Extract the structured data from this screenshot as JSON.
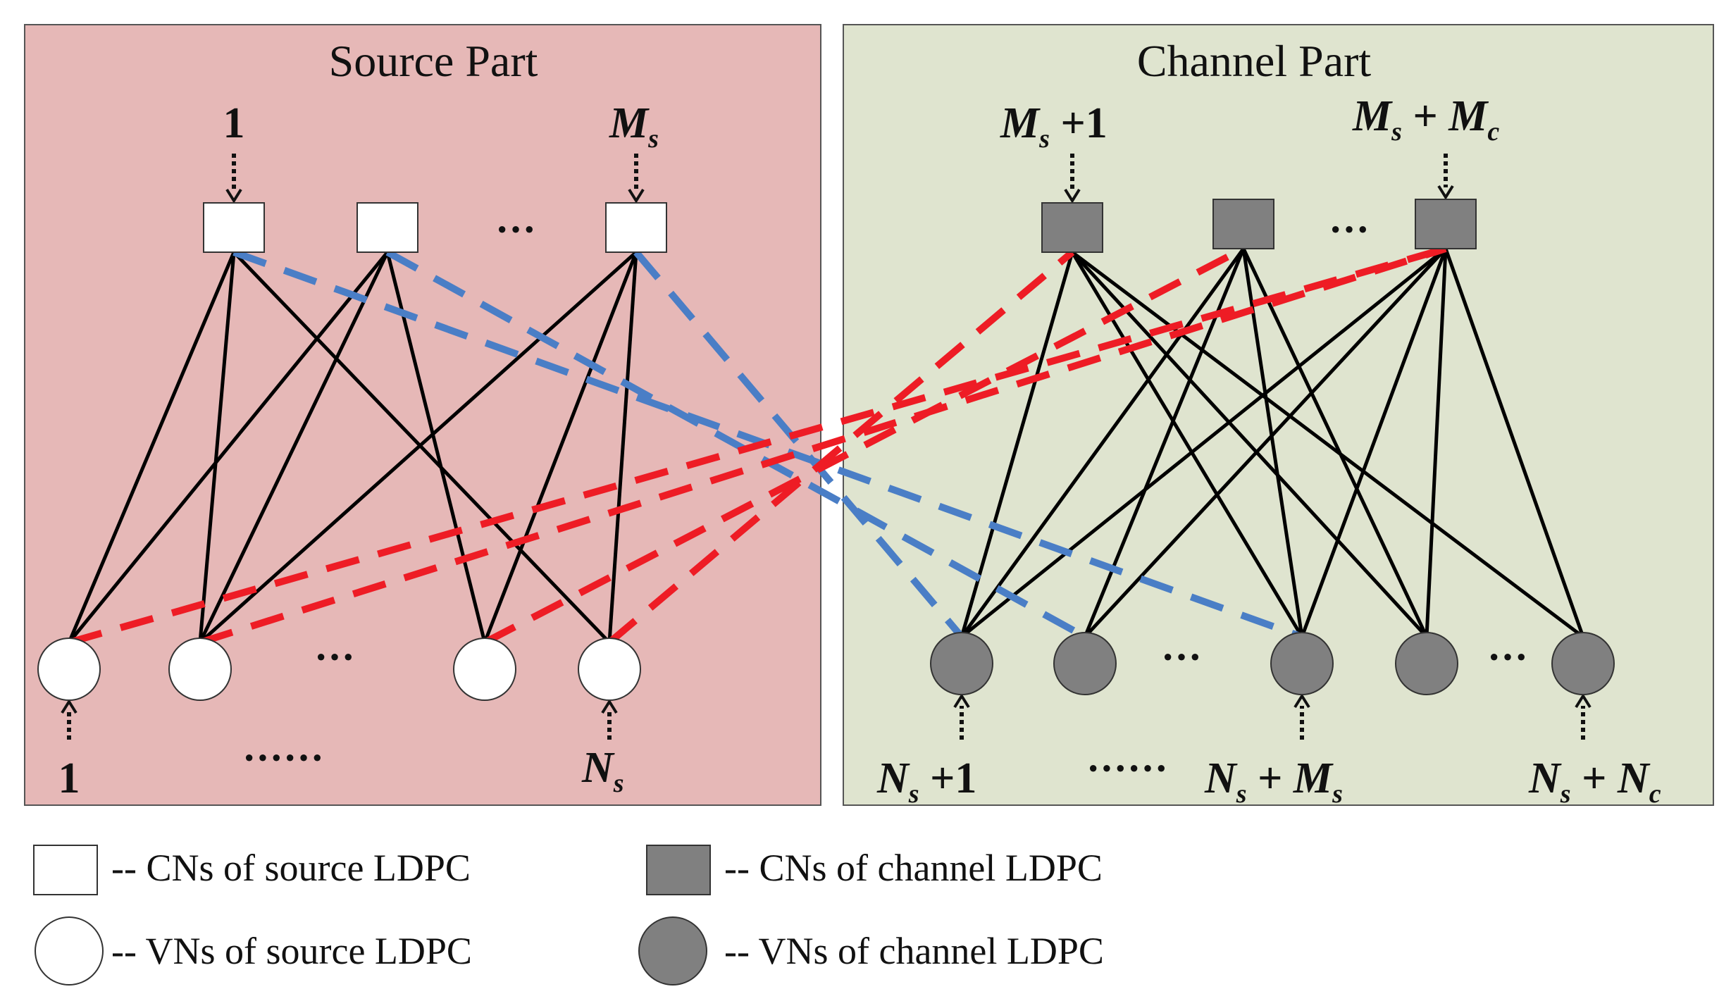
{
  "source_part": {
    "title": "Source Part",
    "cn_labels": {
      "first": "1",
      "last_main": "M",
      "last_sub": "s"
    },
    "vn_labels": {
      "first": "1",
      "last_main": "N",
      "last_sub": "s"
    },
    "cn_ellipsis": "···",
    "vn_ellipsis": "···",
    "bottom_ellipsis": "······"
  },
  "channel_part": {
    "title": "Channel Part",
    "cn_labels": {
      "first": {
        "a": "M",
        "a_sub": "s",
        "rest": " +1"
      },
      "last": {
        "a": "M",
        "a_sub": "s",
        "mid": " + ",
        "b": "M",
        "b_sub": "c"
      }
    },
    "vn_labels": {
      "first": {
        "a": "N",
        "a_sub": "s",
        "rest": " +1"
      },
      "middle": {
        "a": "N",
        "a_sub": "s",
        "mid": " + ",
        "b": "M",
        "b_sub": "s"
      },
      "last": {
        "a": "N",
        "a_sub": "s",
        "mid": " + ",
        "b": "N",
        "b_sub": "c"
      }
    },
    "cn_ellipsis": "···",
    "vn_ellipsis_1": "···",
    "vn_ellipsis_2": "···",
    "bottom_ellipsis": "······"
  },
  "legend": [
    {
      "shape": "square",
      "fill": "#ffffff",
      "text": "-- CNs of source LDPC"
    },
    {
      "shape": "circle",
      "fill": "#ffffff",
      "text": "-- VNs of source LDPC"
    },
    {
      "shape": "square",
      "fill": "#808080",
      "text": "-- CNs of channel LDPC"
    },
    {
      "shape": "circle",
      "fill": "#808080",
      "text": "-- VNs of channel LDPC"
    }
  ],
  "colors": {
    "source_bg": "#e6b8b7",
    "channel_bg": "#dfe4cf",
    "source_node": "#ffffff",
    "channel_node": "#808080",
    "edge": "#000000",
    "cross_blue": "#4a7ec6",
    "cross_red": "#ee1c25"
  },
  "graph": {
    "source_cns": [
      "S_CN1",
      "S_CN2",
      "S_CN3"
    ],
    "source_vns": [
      "S_VN1",
      "S_VN2",
      "S_VN3",
      "S_VN4"
    ],
    "channel_cns": [
      "C_CN1",
      "C_CN2",
      "C_CN3"
    ],
    "channel_vns": [
      "C_VN1",
      "C_VN2",
      "C_VN3",
      "C_VN4",
      "C_VN5"
    ],
    "source_edges": [
      [
        "S_CN1",
        "S_VN1"
      ],
      [
        "S_CN1",
        "S_VN2"
      ],
      [
        "S_CN1",
        "S_VN4"
      ],
      [
        "S_CN2",
        "S_VN1"
      ],
      [
        "S_CN2",
        "S_VN2"
      ],
      [
        "S_CN2",
        "S_VN3"
      ],
      [
        "S_CN3",
        "S_VN2"
      ],
      [
        "S_CN3",
        "S_VN3"
      ],
      [
        "S_CN3",
        "S_VN4"
      ]
    ],
    "channel_edges": [
      [
        "C_CN1",
        "C_VN1"
      ],
      [
        "C_CN1",
        "C_VN3"
      ],
      [
        "C_CN1",
        "C_VN4"
      ],
      [
        "C_CN1",
        "C_VN5"
      ],
      [
        "C_CN2",
        "C_VN1"
      ],
      [
        "C_CN2",
        "C_VN2"
      ],
      [
        "C_CN2",
        "C_VN3"
      ],
      [
        "C_CN2",
        "C_VN4"
      ],
      [
        "C_CN3",
        "C_VN1"
      ],
      [
        "C_CN3",
        "C_VN2"
      ],
      [
        "C_CN3",
        "C_VN3"
      ],
      [
        "C_CN3",
        "C_VN4"
      ],
      [
        "C_CN3",
        "C_VN5"
      ]
    ],
    "blue_edges": [
      [
        "S_CN1",
        "C_VN3"
      ],
      [
        "S_CN2",
        "C_VN2"
      ],
      [
        "S_CN3",
        "C_VN1"
      ]
    ],
    "red_edges": [
      [
        "S_VN1",
        "C_CN3"
      ],
      [
        "S_VN2",
        "C_CN3"
      ],
      [
        "S_VN3",
        "C_CN2"
      ],
      [
        "S_VN4",
        "C_CN1"
      ]
    ]
  }
}
